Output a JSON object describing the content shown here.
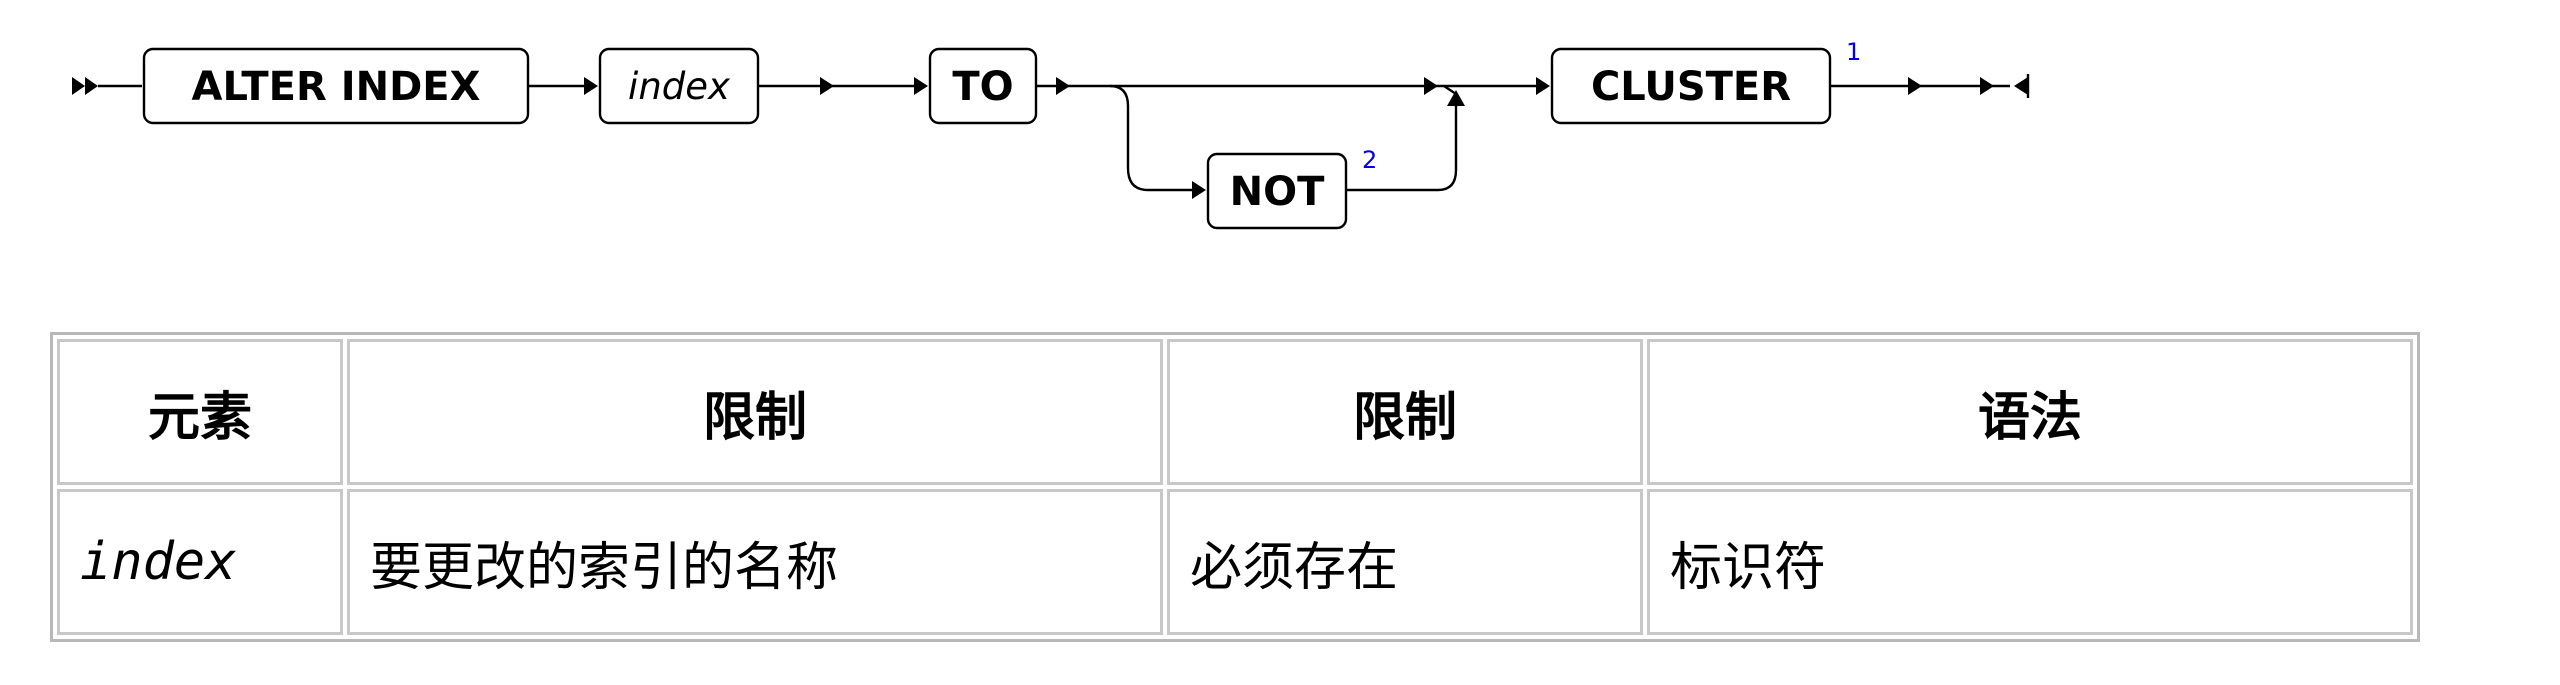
{
  "diagram": {
    "statement_keyword": "ALTER INDEX",
    "index_variable": "index",
    "to_keyword": "TO",
    "not_keyword": "NOT",
    "not_footnote": "2",
    "cluster_keyword": "CLUSTER",
    "cluster_footnote": "1"
  },
  "table": {
    "headers": [
      "元素",
      "限制",
      "限制",
      "语法"
    ],
    "rows": [
      [
        "index",
        "要更改的索引的名称",
        "必须存在",
        "标识符"
      ]
    ]
  }
}
